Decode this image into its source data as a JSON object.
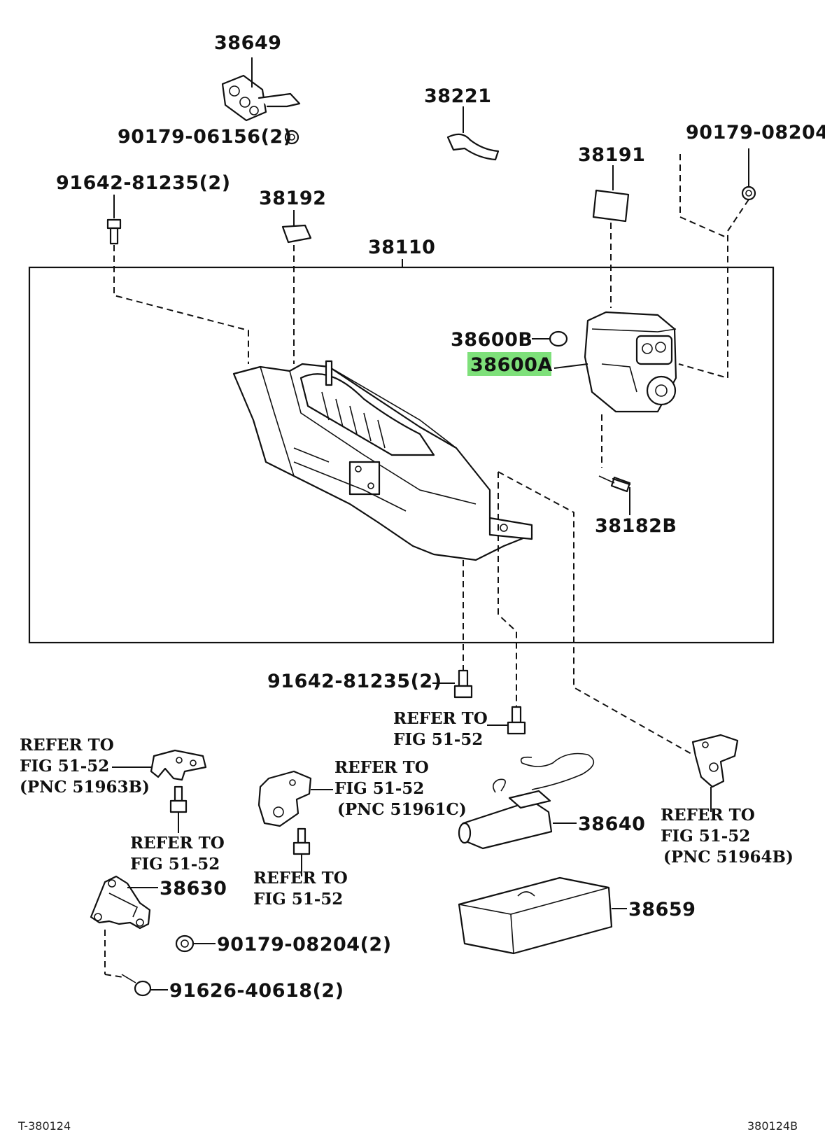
{
  "labels": {
    "p38649": "38649",
    "p90179_06156": "90179-06156(2)",
    "p38221": "38221",
    "p90179_08204_top": "90179-08204",
    "p38191": "38191",
    "p91642_81235_top": "91642-81235(2)",
    "p38192": "38192",
    "p38110": "38110",
    "p38600B": "38600B",
    "p38600A": "38600A",
    "p38182B": "38182B",
    "p91642_81235_bottom": "91642-81235(2)",
    "p38640": "38640",
    "p38630": "38630",
    "p90179_08204_bottom": "90179-08204(2)",
    "p91626_40618": "91626-40618(2)",
    "p38659": "38659"
  },
  "references": {
    "center_top": {
      "line1": "REFER TO",
      "line2": "FIG 51-52"
    },
    "left_bracket": {
      "line1": "REFER TO",
      "line2": "FIG 51-52",
      "line3": "(PNC 51963B)"
    },
    "left_bolt": {
      "line1": "REFER TO",
      "line2": "FIG 51-52"
    },
    "center_bracket": {
      "line1": "REFER TO",
      "line2": "FIG 51-52",
      "line3": "(PNC 51961C)"
    },
    "center_bolt": {
      "line1": "REFER TO",
      "line2": "FIG 51-52"
    },
    "right_bracket": {
      "line1": "REFER TO",
      "line2": "FIG 51-52",
      "line3": "(PNC 51964B)"
    }
  },
  "footer": {
    "left_code": "T-380124",
    "right_code": "380124B"
  },
  "highlight": {
    "part": "38600A",
    "color": "#7ee07a"
  }
}
